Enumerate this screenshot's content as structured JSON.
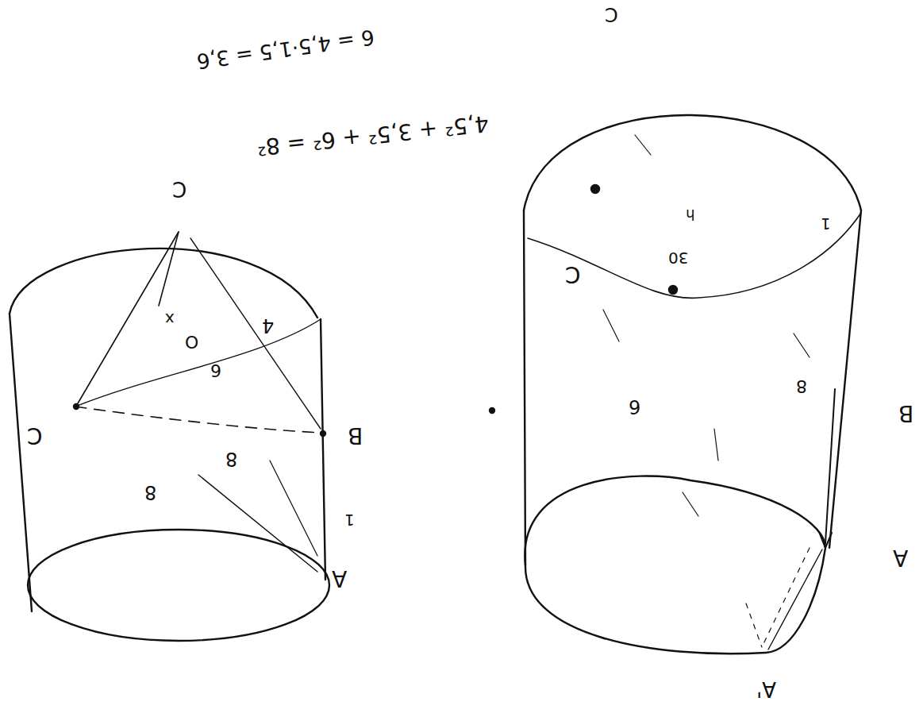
{
  "diagram": {
    "labels": [
      "6 = 4,5·1,5 = 3,6",
      "4,5² + 3,5² + 6² = 8²",
      "C",
      "A",
      "B",
      "C",
      "8",
      "8",
      "4",
      "O",
      "6",
      "x",
      "1",
      "A",
      "B",
      "A'",
      "8",
      "6",
      "C",
      "C",
      "h",
      "30",
      "1"
    ]
  }
}
